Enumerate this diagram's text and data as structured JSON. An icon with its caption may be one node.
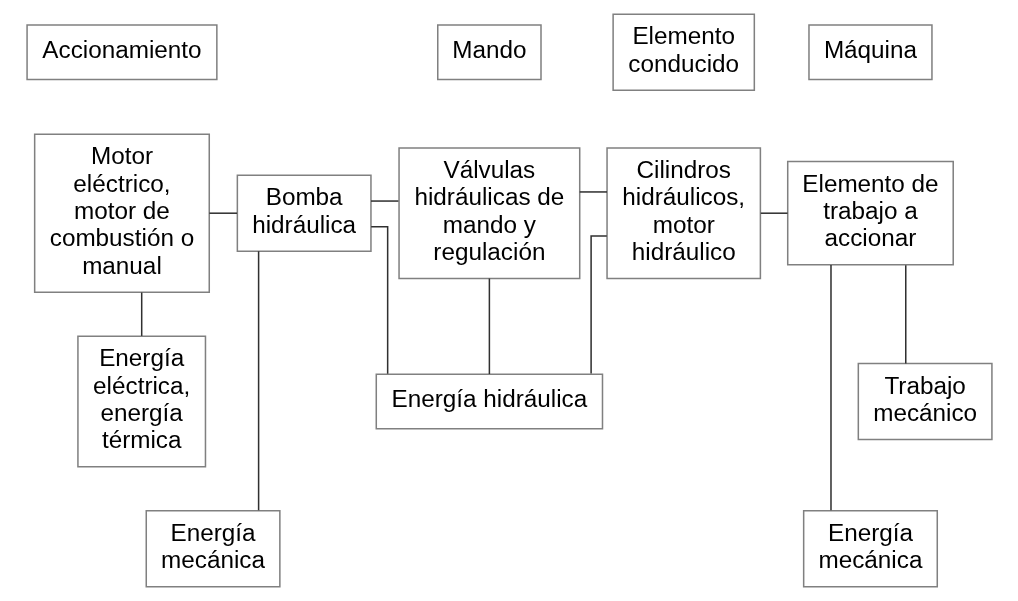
{
  "diagram": {
    "nodes": [
      {
        "text": [
          "Accionamiento"
        ]
      },
      {
        "text": [
          "Mando"
        ]
      },
      {
        "text": [
          "Elemento conducido"
        ]
      },
      {
        "text": [
          "Máquina"
        ]
      },
      {
        "text": [
          "Motor eléctrico, motor de combustión o manual"
        ]
      },
      {
        "text": [
          "Bomba hidráulica"
        ]
      },
      {
        "text": [
          "Válvulas hidráulicas de mando y regulación"
        ]
      },
      {
        "text": [
          "Cilindros hidráulicos, motor hidráulico"
        ]
      },
      {
        "text": [
          "Elemento de trabajo a accionar"
        ]
      },
      {
        "text": [
          "Energía eléctrica, energía térmica"
        ]
      },
      {
        "text": [
          "Energía hidráulica"
        ]
      },
      {
        "text": [
          "Trabajo mecánico"
        ]
      },
      {
        "text": [
          "Energía mecánica"
        ]
      },
      {
        "text": [
          "Energía mecánica"
        ]
      }
    ],
    "edges": [
      {
        "from": 4,
        "to": 5,
        "arrow": "none"
      },
      {
        "from": 12,
        "to": 5,
        "arrow": "none"
      },
      {
        "from": 5,
        "to": 6,
        "arrow": "none"
      },
      {
        "from": 6,
        "to": 7,
        "arrow": "none"
      },
      {
        "from": 7,
        "to": 8,
        "arrow": "none"
      },
      {
        "from": 13,
        "to": 8,
        "arrow": "none"
      },
      {
        "from": 4,
        "to": 9,
        "arrow": "none"
      },
      {
        "from": 5,
        "to": 10,
        "arrow": "none"
      },
      {
        "from": 6,
        "to": 10,
        "arrow": "none"
      },
      {
        "from": 7,
        "to": 10,
        "arrow": "none"
      },
      {
        "from": 8,
        "to": 11,
        "arrow": "none"
      }
    ]
  }
}
